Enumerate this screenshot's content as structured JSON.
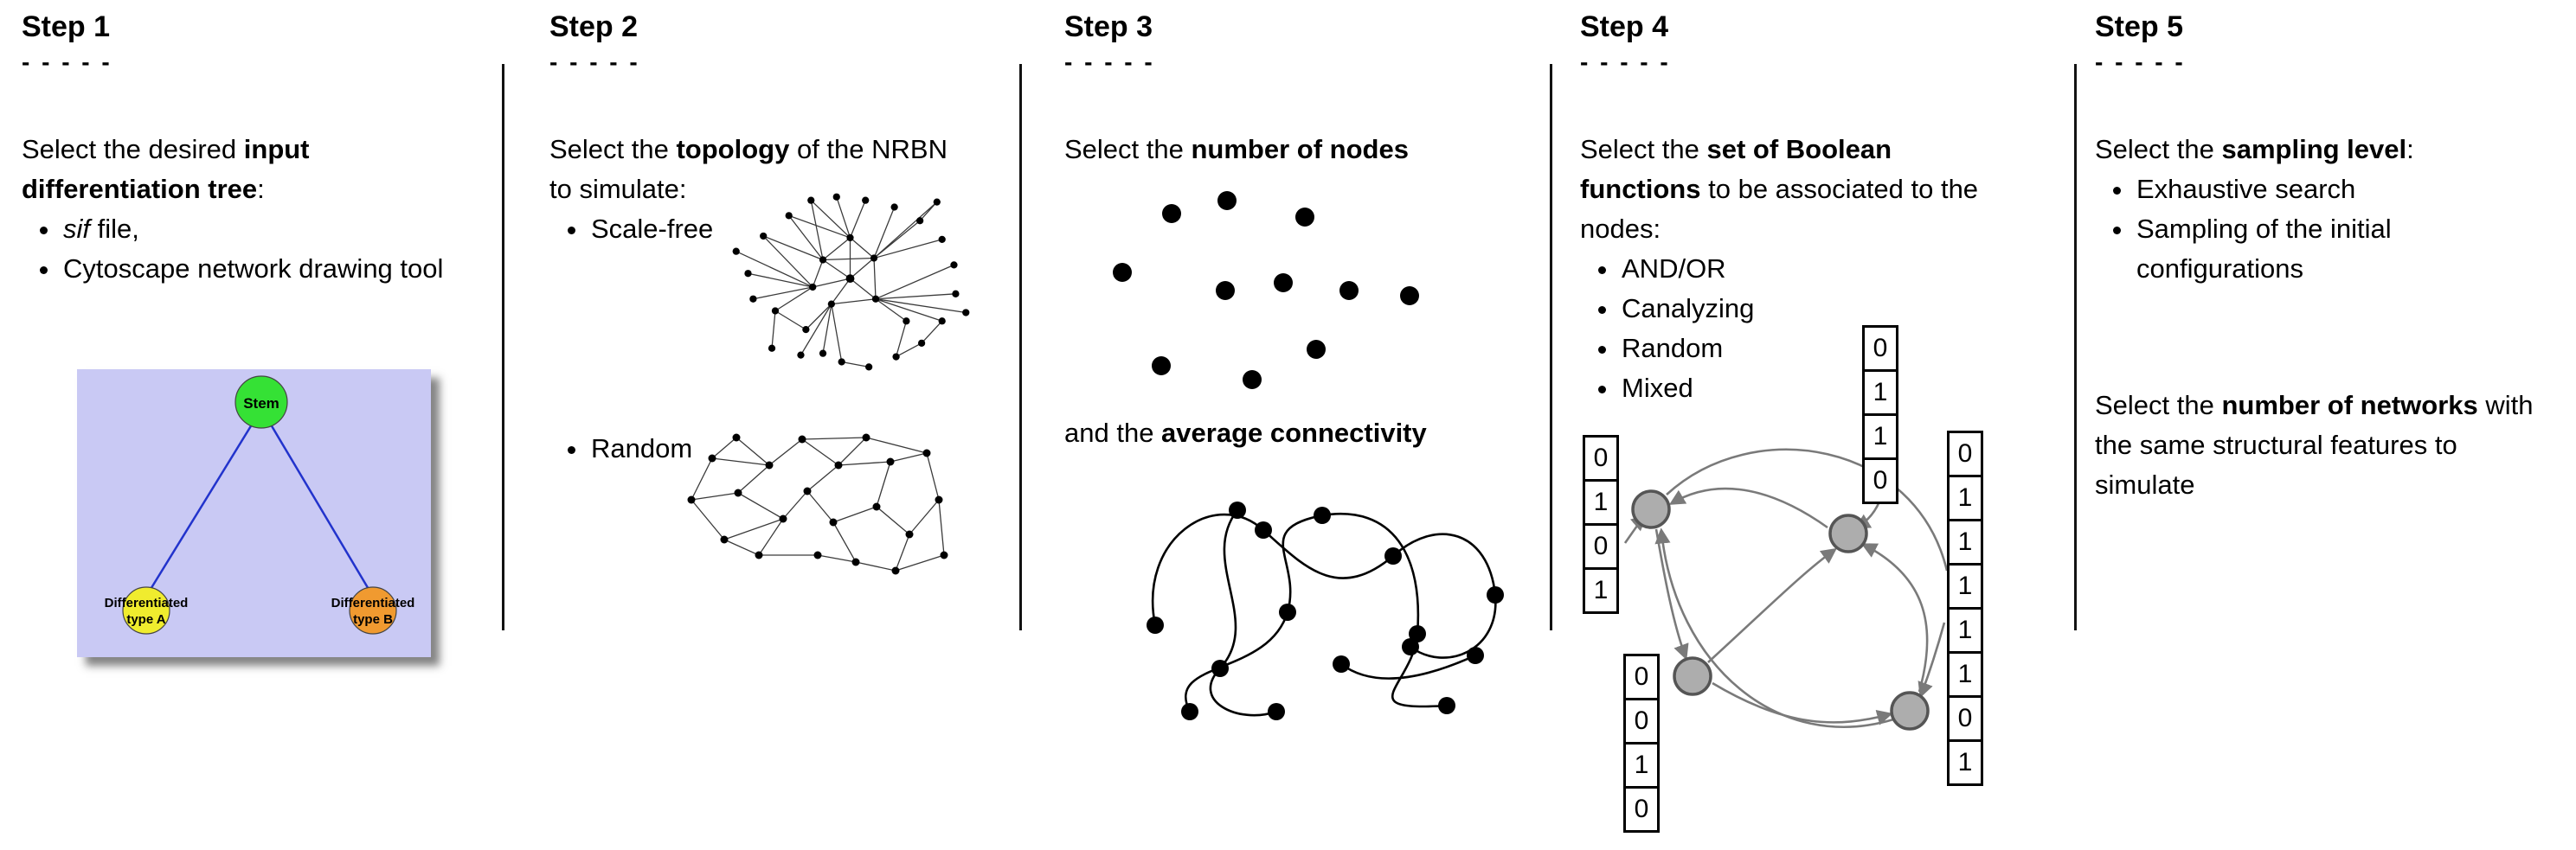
{
  "step1": {
    "title": "Step 1",
    "dashes": "- - - - -",
    "intro": [
      "Select the desired ",
      "input differentiation tree",
      ":"
    ],
    "bullet_sif_italic": "sif",
    "bullet_sif_rest": " file,",
    "bullet_cytoscape": "Cytoscape network drawing tool",
    "tree": {
      "stem_label": "Stem",
      "type_a_line1": "Differentiated",
      "type_a_line2": "type A",
      "type_b_line1": "Differentiated",
      "type_b_line2": "type B",
      "colors": {
        "background": "#c9c9f4",
        "stem": "#35e135",
        "type_a": "#f0ec2e",
        "type_b": "#f09a30",
        "edge": "#2233cc"
      }
    }
  },
  "step2": {
    "title": "Step 2",
    "dashes": "- - - - -",
    "intro": [
      "Select the ",
      "topology",
      " of the NRBN to simulate:"
    ],
    "bullets": [
      "Scale-free",
      "Random"
    ]
  },
  "step3": {
    "title": "Step 3",
    "dashes": "- - - - -",
    "line1": [
      "Select the ",
      "number of nodes"
    ],
    "line2": [
      "and the ",
      "average connectivity"
    ]
  },
  "step4": {
    "title": "Step 4",
    "dashes": "- - - - -",
    "intro": [
      "Select the ",
      "set of Boolean functions",
      " to be associated to the nodes:"
    ],
    "bullets": [
      "AND/OR",
      "Canalyzing",
      "Random",
      "Mixed"
    ],
    "tables": {
      "left": [
        "0",
        "1",
        "0",
        "1"
      ],
      "top": [
        "0",
        "1",
        "1",
        "0"
      ],
      "right": [
        "0",
        "1",
        "1",
        "1",
        "1",
        "1",
        "0",
        "1"
      ],
      "bottom": [
        "0",
        "0",
        "1",
        "0"
      ]
    },
    "colors": {
      "node_gray": "#adadad",
      "arrow_gray": "#7a7a7a"
    }
  },
  "step5": {
    "title": "Step 5",
    "dashes": "- - - - -",
    "intro": [
      "Select the ",
      "sampling level",
      ":"
    ],
    "bullets": [
      "Exhaustive search",
      "Sampling of the initial configurations"
    ],
    "para2": [
      "Select the ",
      "number of networks",
      " with the same structural features to simulate"
    ]
  },
  "colors": {
    "separator": "#121212"
  }
}
